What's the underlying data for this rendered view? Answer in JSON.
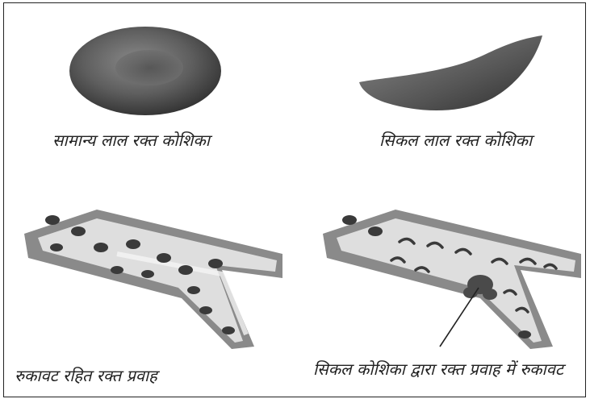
{
  "captions": {
    "normal_cell": "सामान्य लाल रक्त कोशिका",
    "sickle_cell": "सिकल लाल रक्त कोशिका",
    "normal_flow": "रुकावट रहित रक्त प्रवाह",
    "blocked_flow": "सिकल कोशिका द्वारा रक्त प्रवाह में रुकावट"
  },
  "colors": {
    "cell_dark": "#3a3a3a",
    "cell_mid": "#7a7a7a",
    "vessel_wall": "#8a8a8a",
    "vessel_inner": "#d9d9d9",
    "frame": "#222222"
  }
}
